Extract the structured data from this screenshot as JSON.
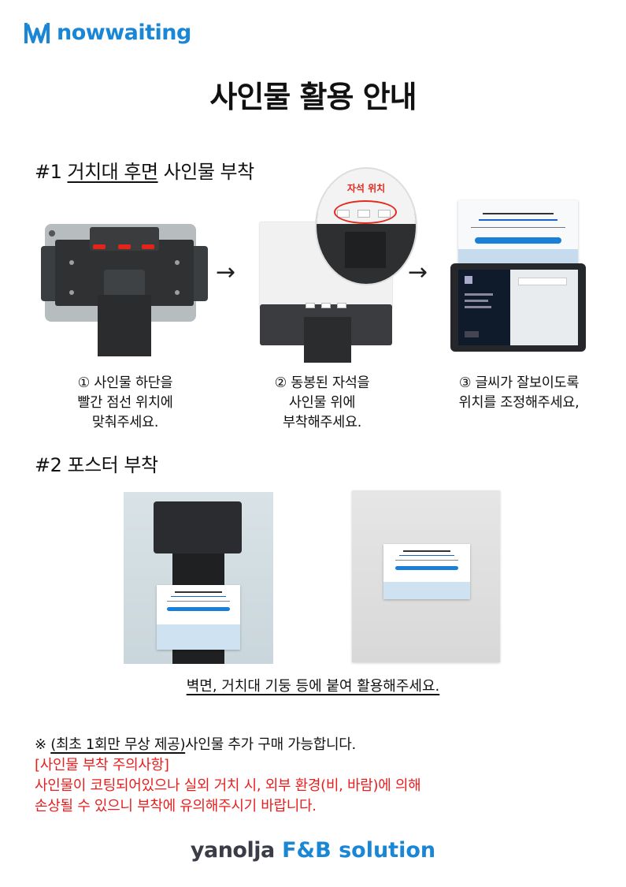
{
  "brand": {
    "logo_text": "nowwaiting",
    "logo_color": "#1a86d6"
  },
  "title": "사인물 활용 안내",
  "section1": {
    "prefix": "#1 ",
    "underlined": "거치대 후면",
    "suffix": " 사인물 부착",
    "magnet_label": "자석 위치",
    "arrow": "→",
    "steps": [
      {
        "lines": [
          "① 사인물 하단을",
          "빨간 점선 위치에",
          "맞춰주세요."
        ]
      },
      {
        "lines": [
          "② 동봉된 자석을",
          "사인물 위에",
          "부착해주세요."
        ]
      },
      {
        "lines": [
          "③ 글씨가 잘보이도록",
          "위치를 조정해주세요,"
        ]
      }
    ]
  },
  "section2": {
    "title": "#2 포스터 부착",
    "caption": "벽면,  거치대 기둥 등에 붙여 활용해주세요."
  },
  "note": {
    "prefix": "※ ",
    "underlined": "(최초 1회만 무상 제공)",
    "suffix": "사인물 추가 구매 가능합니다."
  },
  "warning": {
    "heading": "[사인물 부착 주의사항]",
    "line1": "사인물이 코팅되어있으나 실외 거치 시, 외부 환경(비, 바람)에 의해",
    "line2": "손상될 수 있으니 부착에 유의해주시기 바랍니다.",
    "color": "#e81e1e"
  },
  "footer": {
    "brand": "yanolja",
    "product": "F&B solution"
  }
}
